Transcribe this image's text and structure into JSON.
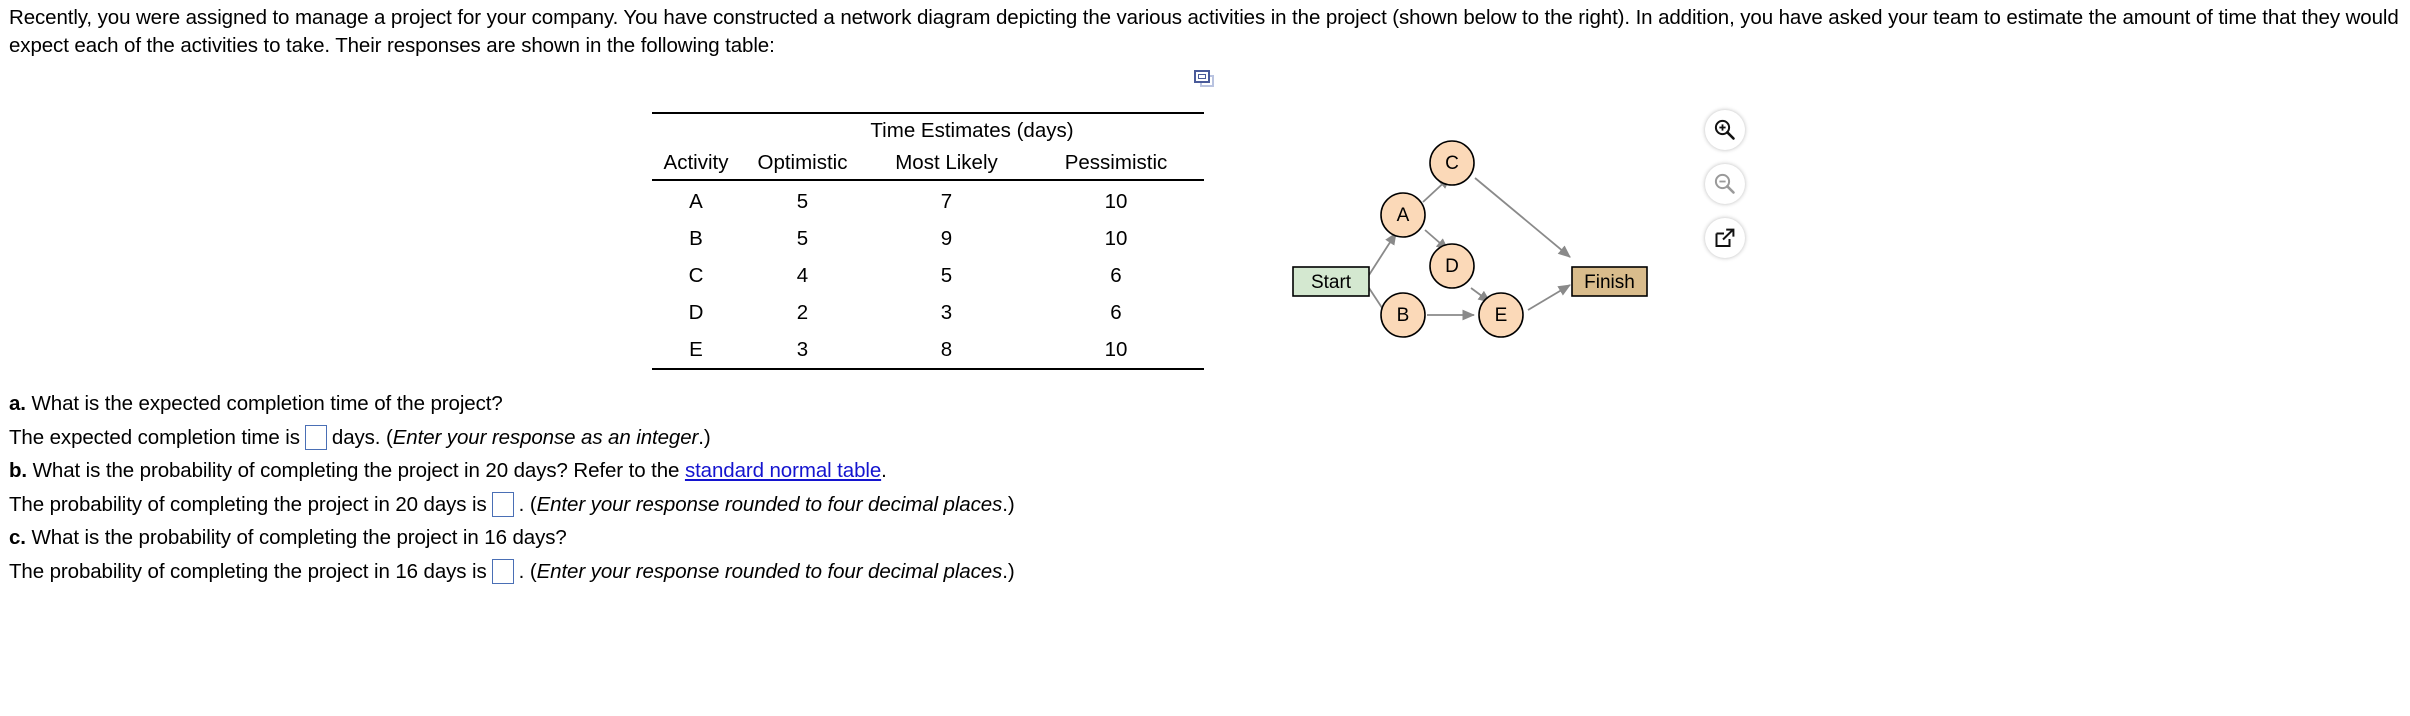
{
  "intro": {
    "text": "Recently, you were assigned to manage a project for your company. You have constructed a network diagram depicting the various activities in the project (shown below to the right). In addition, you have asked your team to estimate the amount of time that they would expect each of the activities to take. Their responses are shown in the following table:"
  },
  "table": {
    "group_header": "Time Estimates (days)",
    "columns": [
      "Activity",
      "Optimistic",
      "Most Likely",
      "Pessimistic"
    ],
    "rows": [
      {
        "activity": "A",
        "optimistic": "5",
        "most_likely": "7",
        "pessimistic": "10"
      },
      {
        "activity": "B",
        "optimistic": "5",
        "most_likely": "9",
        "pessimistic": "10"
      },
      {
        "activity": "C",
        "optimistic": "4",
        "most_likely": "5",
        "pessimistic": "6"
      },
      {
        "activity": "D",
        "optimistic": "2",
        "most_likely": "3",
        "pessimistic": "6"
      },
      {
        "activity": "E",
        "optimistic": "3",
        "most_likely": "8",
        "pessimistic": "10"
      }
    ]
  },
  "diagram": {
    "start_label": "Start",
    "finish_label": "Finish",
    "nodes": [
      {
        "id": "C",
        "label": "C"
      },
      {
        "id": "A",
        "label": "A"
      },
      {
        "id": "D",
        "label": "D"
      },
      {
        "id": "B",
        "label": "B"
      },
      {
        "id": "E",
        "label": "E"
      }
    ],
    "edges": [
      {
        "from": "Start",
        "to": "A"
      },
      {
        "from": "Start",
        "to": "B"
      },
      {
        "from": "A",
        "to": "C"
      },
      {
        "from": "A",
        "to": "D"
      },
      {
        "from": "B",
        "to": "E"
      },
      {
        "from": "D",
        "to": "E"
      },
      {
        "from": "C",
        "to": "Finish"
      },
      {
        "from": "E",
        "to": "Finish"
      }
    ],
    "colors": {
      "node_fill": "#fbd9b8",
      "start_fill": "#d4e8d0",
      "finish_fill": "#d9bc8c",
      "edge": "#8a8a8a",
      "border": "#000000"
    }
  },
  "tools": {
    "zoom_in": "zoom-in-icon",
    "zoom_out": "zoom-out-icon",
    "popout": "open-in-new-window-icon",
    "table_popout": "duplicate-window-icon"
  },
  "questions": {
    "a": {
      "label": "a.",
      "prompt": "What is the expected completion time of the project?",
      "answer_prefix": "The expected completion time is",
      "answer_suffix_plain": "days. (",
      "answer_suffix_italic": "Enter your response as an integer",
      "answer_suffix_tail": ".)"
    },
    "b": {
      "label": "b.",
      "prompt_part1": "What is the probability of completing the project in 20 days? Refer to the",
      "link_text": "standard normal table",
      "prompt_part2": ".",
      "answer_prefix": "The probability of completing the project in 20 days is",
      "answer_suffix_plain": ". (",
      "answer_suffix_italic": "Enter your response rounded to four decimal places",
      "answer_suffix_tail": ".)"
    },
    "c": {
      "label": "c.",
      "prompt": "What is the probability of completing the project in 16 days?",
      "answer_prefix": "The probability of completing the project in 16 days is",
      "answer_suffix_plain": ". (",
      "answer_suffix_italic": "Enter your response rounded to four decimal places",
      "answer_suffix_tail": ".)"
    }
  },
  "colors": {
    "link": "#1414cf",
    "input_border": "#4a6fb5"
  }
}
